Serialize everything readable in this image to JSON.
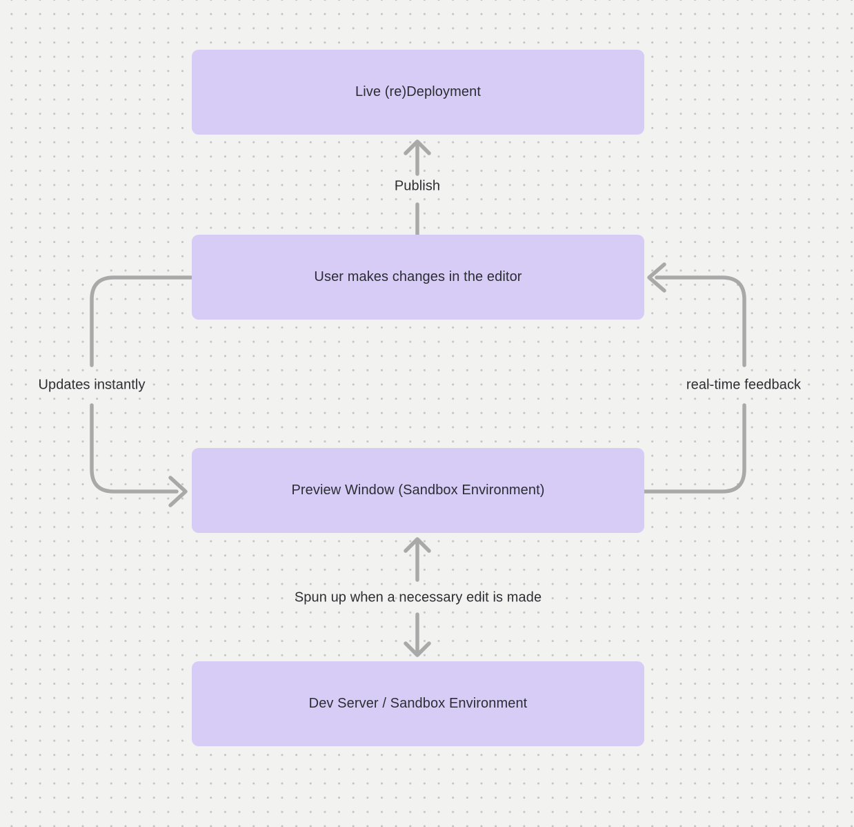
{
  "diagram": {
    "colors": {
      "background": "#f2f2f1",
      "grid_dot": "#c5c5c5",
      "node_fill": "#d7ccf5",
      "connector": "#a9a9a9",
      "text": "#2c2c33"
    },
    "nodes": [
      {
        "id": "live-deployment",
        "label": "Live (re)Deployment"
      },
      {
        "id": "editor",
        "label": "User makes changes in the editor"
      },
      {
        "id": "preview-window",
        "label": "Preview Window (Sandbox Environment)"
      },
      {
        "id": "dev-server",
        "label": "Dev Server / Sandbox Environment"
      }
    ],
    "edges": [
      {
        "from": "editor",
        "to": "live-deployment",
        "direction": "up",
        "label": "Publish"
      },
      {
        "from": "editor",
        "to": "preview-window",
        "direction": "left-loop",
        "label": "Updates instantly"
      },
      {
        "from": "preview-window",
        "to": "editor",
        "direction": "right-loop",
        "label": "real-time feedback"
      },
      {
        "from": "preview-window",
        "to": "dev-server",
        "direction": "both",
        "label": "Spun up when a necessary edit is made"
      }
    ]
  }
}
